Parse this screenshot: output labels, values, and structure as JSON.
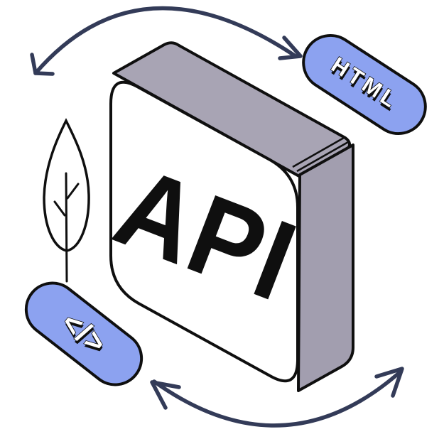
{
  "illustration": {
    "cube": {
      "label": "API"
    },
    "badges": {
      "html": {
        "label": "HTML"
      },
      "code": {
        "label": "</>"
      }
    },
    "icons": {
      "top_arrow": "curved-double-arrow",
      "bottom_arrow": "curved-double-arrow",
      "leaf": "leaf-icon"
    },
    "colors": {
      "arrow": "#333b58",
      "badge_fill": "#8ca2f0",
      "badge_text": "#ffffff",
      "box_front": "#ffffff",
      "box_top": "#a8a4b4",
      "box_side": "#a29eaf",
      "outline": "#0f0f0f",
      "label_text": "#0f0f0f",
      "background": "#ffffff"
    }
  }
}
